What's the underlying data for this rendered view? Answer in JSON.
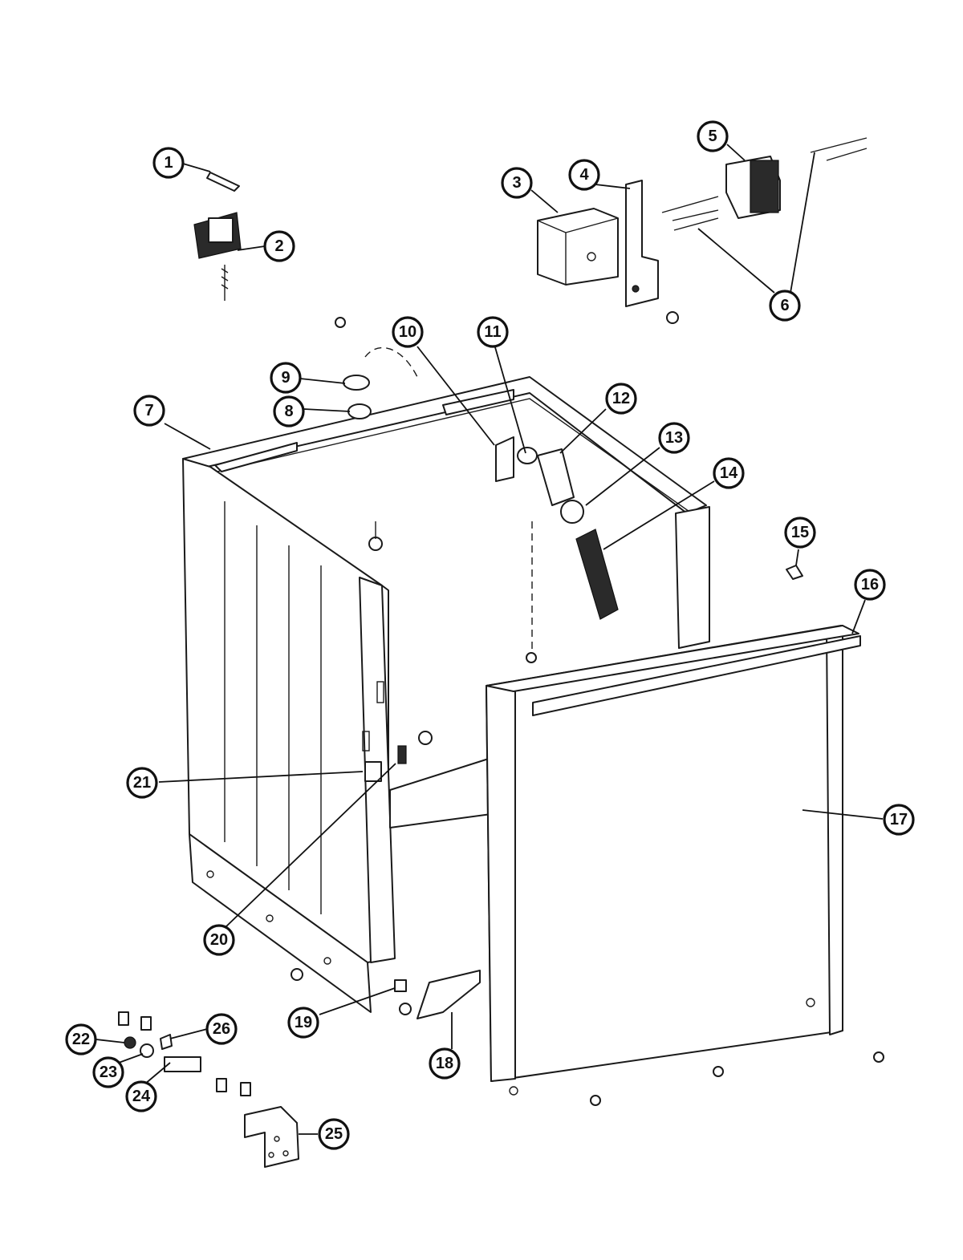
{
  "callouts": [
    {
      "number": "1"
    },
    {
      "number": "2"
    },
    {
      "number": "3"
    },
    {
      "number": "4"
    },
    {
      "number": "5"
    },
    {
      "number": "6"
    },
    {
      "number": "7"
    },
    {
      "number": "8"
    },
    {
      "number": "9"
    },
    {
      "number": "10"
    },
    {
      "number": "11"
    },
    {
      "number": "12"
    },
    {
      "number": "13"
    },
    {
      "number": "14"
    },
    {
      "number": "15"
    },
    {
      "number": "16"
    },
    {
      "number": "17"
    },
    {
      "number": "18"
    },
    {
      "number": "19"
    },
    {
      "number": "20"
    },
    {
      "number": "21"
    },
    {
      "number": "22"
    },
    {
      "number": "23"
    },
    {
      "number": "24"
    },
    {
      "number": "25"
    },
    {
      "number": "26"
    }
  ],
  "colors": {
    "ink": "#111111",
    "paper": "#ffffff"
  }
}
